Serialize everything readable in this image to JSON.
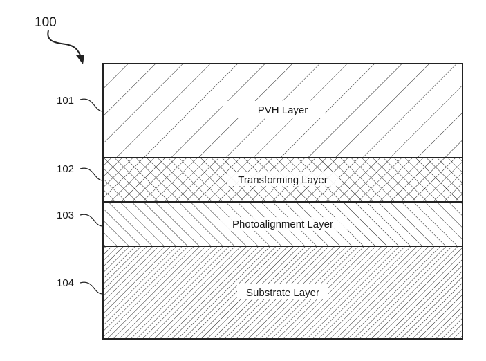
{
  "figure": {
    "reference_number": "100",
    "layers": [
      {
        "ref": "101",
        "label": "PVH Layer",
        "pattern": "forward-slash-wide"
      },
      {
        "ref": "102",
        "label": "Transforming Layer",
        "pattern": "crosshatch"
      },
      {
        "ref": "103",
        "label": "Photoalignment Layer",
        "pattern": "back-slash"
      },
      {
        "ref": "104",
        "label": "Substrate Layer",
        "pattern": "forward-slash-dense"
      }
    ]
  }
}
